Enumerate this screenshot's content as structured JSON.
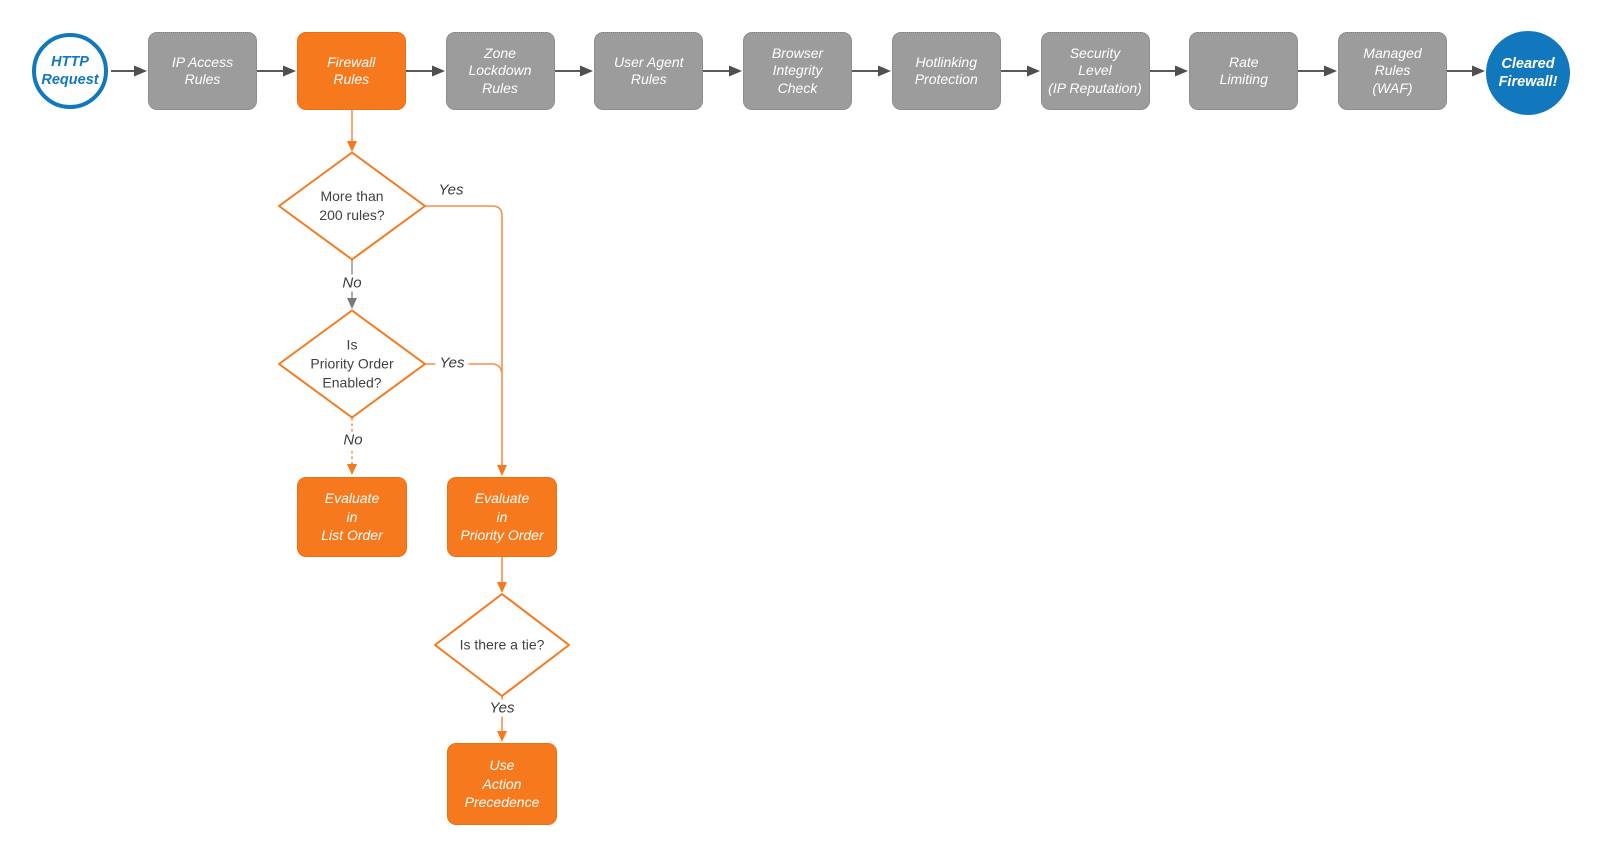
{
  "colors": {
    "orange": "#F7791E",
    "orange_line": "#F88E4B",
    "gray_fill": "#9C9C9C",
    "blue": "#1278BD",
    "dark_line": "#5A5A5A",
    "gray_line": "#9B9B9B",
    "text_dark": "#414141",
    "white": "#FFFFFF"
  },
  "pipeline": {
    "start": {
      "label": "HTTP\nRequest"
    },
    "stages": [
      {
        "id": "ip-access-rules",
        "label": "IP Access\nRules"
      },
      {
        "id": "firewall-rules",
        "label": "Firewall\nRules",
        "highlight": true
      },
      {
        "id": "zone-lockdown-rules",
        "label": "Zone\nLockdown\nRules"
      },
      {
        "id": "user-agent-rules",
        "label": "User Agent\nRules"
      },
      {
        "id": "browser-integrity-check",
        "label": "Browser\nIntegrity\nCheck"
      },
      {
        "id": "hotlinking-protection",
        "label": "Hotlinking\nProtection"
      },
      {
        "id": "security-level",
        "label": "Security\nLevel\n(IP Reputation)"
      },
      {
        "id": "rate-limiting",
        "label": "Rate\nLimiting"
      },
      {
        "id": "managed-rules-waf",
        "label": "Managed\nRules\n(WAF)"
      }
    ],
    "end": {
      "label": "Cleared\nFirewall!"
    }
  },
  "branch": {
    "decision_200_rules": {
      "label": "More than\n200 rules?",
      "yes_label": "Yes",
      "no_label": "No"
    },
    "decision_priority_order": {
      "label": "Is\nPriority Order\nEnabled?",
      "yes_label": "Yes",
      "no_label": "No"
    },
    "evaluate_list_order": {
      "label": "Evaluate\nin\nList Order"
    },
    "evaluate_priority_order": {
      "label": "Evaluate\nin\nPriority Order"
    },
    "decision_tie": {
      "label": "Is there a tie?",
      "yes_label": "Yes"
    },
    "use_action_precedence": {
      "label": "Use\nAction\nPrecedence"
    }
  }
}
